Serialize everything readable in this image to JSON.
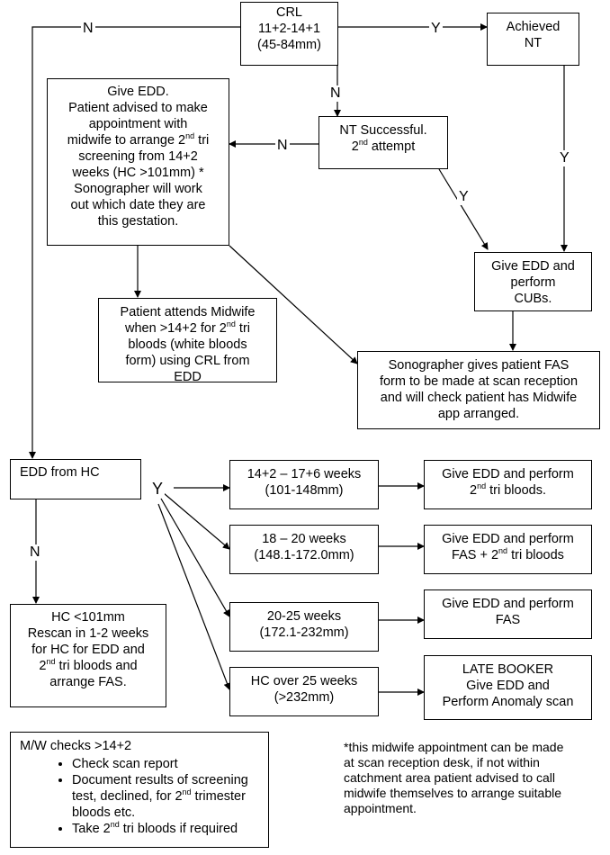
{
  "boxes": {
    "crl": {
      "lines": [
        "CRL",
        "11+2-14+1",
        "(45-84mm)"
      ]
    },
    "achieved_nt": {
      "lines": [
        "Achieved",
        "NT"
      ]
    },
    "give_edd_advice": {
      "line1": "Give EDD.",
      "line2": "Patient advised to make",
      "line3": "appointment with",
      "line4a": "midwife to arrange 2",
      "line4sup": "nd",
      "line4b": " tri",
      "line5": "screening from 14+2",
      "line6": "weeks (HC >101mm) *",
      "line7": "Sonographer will work",
      "line8": "out which date they are",
      "line9": "this gestation."
    },
    "nt_second": {
      "line1": "NT Successful.",
      "line2a": "2",
      "line2sup": "nd",
      "line2b": " attempt"
    },
    "give_edd_cubs": {
      "lines": [
        "Give EDD and",
        "perform",
        "CUBs."
      ]
    },
    "patient_attends": {
      "line1": "Patient attends Midwife",
      "line2a": "when >14+2 for 2",
      "line2sup": "nd",
      "line2b": " tri",
      "line3": "bloods (white bloods",
      "line4": "form) using CRL from",
      "line5": "EDD"
    },
    "sonographer_fas": {
      "lines": [
        "Sonographer gives patient FAS",
        "form to be made at scan reception",
        "and will check patient has Midwife",
        "app arranged."
      ]
    },
    "edd_from_hc": {
      "text": "EDD from HC"
    },
    "range1": {
      "lines": [
        "14+2 – 17+6 weeks",
        "(101-148mm)"
      ]
    },
    "range2": {
      "lines": [
        "18 – 20 weeks",
        "(148.1-172.0mm)"
      ]
    },
    "range3": {
      "lines": [
        "20-25 weeks",
        "(172.1-232mm)"
      ]
    },
    "range4": {
      "lines": [
        "HC over 25 weeks",
        "(>232mm)"
      ]
    },
    "out1": {
      "line1": "Give EDD and perform",
      "line2a": "2",
      "line2sup": "nd",
      "line2b": " tri bloods."
    },
    "out2": {
      "line1": "Give EDD and perform",
      "line2a": "FAS + 2",
      "line2sup": "nd",
      "line2b": " tri bloods"
    },
    "out3": {
      "lines": [
        "Give EDD and perform",
        "FAS"
      ]
    },
    "out4": {
      "lines": [
        "LATE BOOKER",
        "Give EDD and",
        "Perform Anomaly scan"
      ]
    },
    "hc_rescan": {
      "line1": "HC <101mm",
      "line2": "Rescan in 1-2 weeks",
      "line3": "for HC for EDD and",
      "line4a": "2",
      "line4sup": "nd",
      "line4b": " tri bloods and",
      "line5": "arrange FAS."
    },
    "mw_checks": {
      "title": "M/W checks >14+2",
      "item1": "Check scan report",
      "item2a": "Document results of screening test, declined, for 2",
      "item2sup": "nd",
      "item2b": " trimester bloods etc.",
      "item3a": "Take 2",
      "item3sup": "nd",
      "item3b": " tri bloods if required"
    }
  },
  "labels": {
    "crl_n": "N",
    "crl_y": "Y",
    "crl_down_n": "N",
    "nt_left_n": "N",
    "achieved_y": "Y",
    "nt2_y": "Y",
    "hc_y": "Y",
    "hc_n": "N"
  },
  "footnote": {
    "lines": [
      "*this midwife appointment can be made",
      "at scan reception desk, if not within",
      "catchment area patient advised to call",
      "midwife themselves to arrange suitable",
      "appointment."
    ]
  }
}
